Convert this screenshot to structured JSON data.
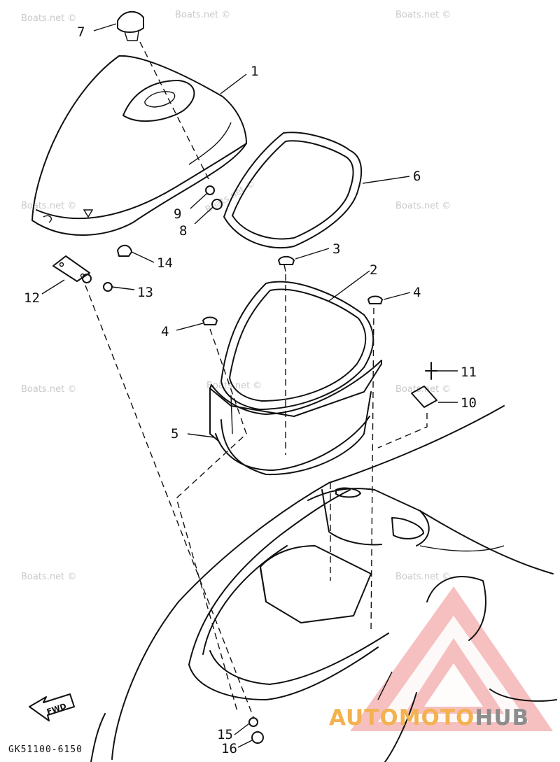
{
  "callouts": [
    {
      "id": "7",
      "label": "7"
    },
    {
      "id": "1",
      "label": "1"
    },
    {
      "id": "6",
      "label": "6"
    },
    {
      "id": "9",
      "label": "9"
    },
    {
      "id": "8",
      "label": "8"
    },
    {
      "id": "3",
      "label": "3"
    },
    {
      "id": "14",
      "label": "14"
    },
    {
      "id": "2",
      "label": "2"
    },
    {
      "id": "12",
      "label": "12"
    },
    {
      "id": "13",
      "label": "13"
    },
    {
      "id": "4a",
      "label": "4"
    },
    {
      "id": "4b",
      "label": "4"
    },
    {
      "id": "11",
      "label": "11"
    },
    {
      "id": "10",
      "label": "10"
    },
    {
      "id": "5",
      "label": "5"
    },
    {
      "id": "15",
      "label": "15"
    },
    {
      "id": "16",
      "label": "16"
    }
  ],
  "watermark": "Boats.net ©",
  "part_code": "GK51100-6150",
  "fwd_label": "FWD",
  "brand": {
    "part1": "AUTOMOTO",
    "part2": "HUB",
    "color_primary": "#f3b24f",
    "color_secondary": "#8d8d8d",
    "logo_color": "#f2a0a0"
  }
}
